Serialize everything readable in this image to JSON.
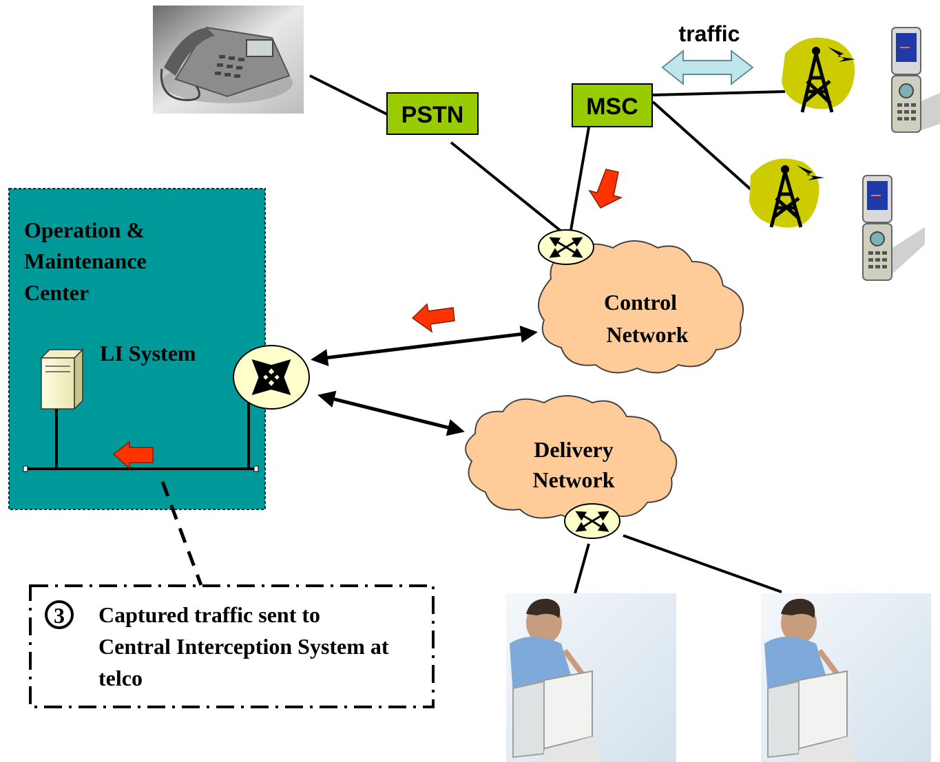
{
  "diagram": {
    "nodes": {
      "pstn": "PSTN",
      "msc": "MSC",
      "control_network": [
        "Control",
        "Network"
      ],
      "delivery_network": [
        "Delivery",
        "Network"
      ],
      "omc": [
        "Operation &",
        "Maintenance",
        "Center"
      ],
      "li_system": "LI System"
    },
    "traffic_label": "traffic",
    "callout": {
      "number": "3",
      "lines": [
        "Captured traffic sent to",
        "Central Interception System at",
        "telco"
      ]
    },
    "colors": {
      "node_green": "#99cc00",
      "omc_teal": "#009999",
      "cloud_orange": "#ffcc99",
      "router_fill": "#ffffcc",
      "arrow_red": "#ff3300",
      "traffic_arrow": "#bfe6ec",
      "tower_yellow": "#cccc00"
    },
    "icons": [
      "desk-phone-icon",
      "cell-tower-icon",
      "mobile-phone-icon",
      "server-icon",
      "router-icon",
      "user-at-computer-photo"
    ]
  }
}
